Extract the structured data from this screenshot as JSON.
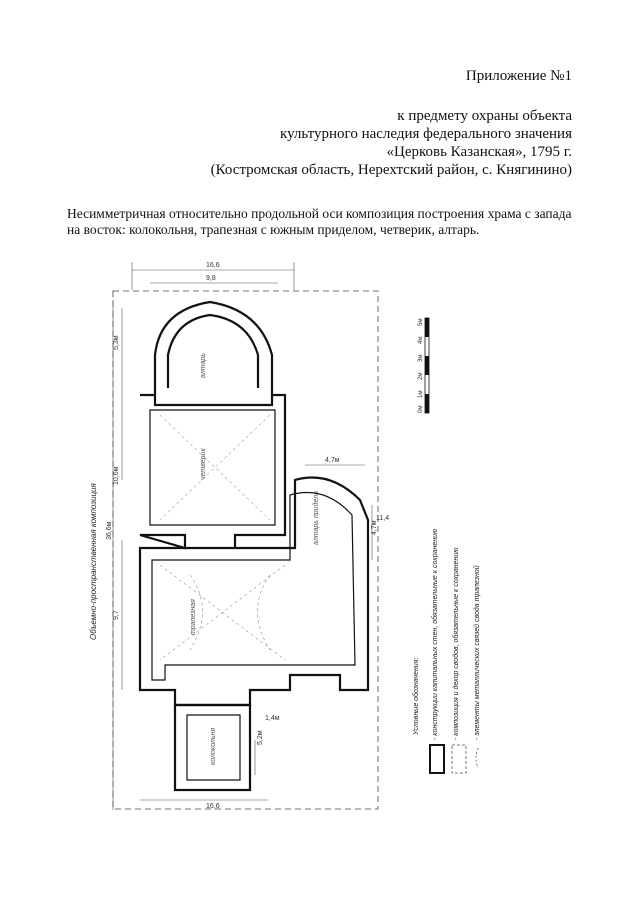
{
  "header": {
    "appendix": "Приложение №1",
    "line1": "к предмету охраны объекта",
    "line2": "культурного наследия федерального значения",
    "line3": "«Церковь Казанская», 1795 г.",
    "line4": "(Костромская область, Нерехтский район, с. Княгинино)"
  },
  "description": "Несимметричная относительно продольной оси композиция построения храма с запада на восток: колокольня, трапезная с южным приделом, четверик, алтарь.",
  "drawing": {
    "side_label": "Объемно-пространственная композиция",
    "room_labels": [
      "алтарь",
      "четверик",
      "трапезная",
      "алтарь придела",
      "колокольня"
    ],
    "dims": [
      "16,6",
      "9,8",
      "5,3м",
      "10,6м",
      "36,6м",
      "9,7",
      "4,7м",
      "11,4",
      "4,7м",
      "5,2м",
      "1,4м",
      "16,6"
    ],
    "scale_labels": [
      "0м",
      "1м",
      "2м",
      "3м",
      "4м",
      "5м"
    ]
  },
  "legend": {
    "title": "Условные обозначения:",
    "items": [
      "- конструкции капитальных стен, обязательные к сохранению",
      "- композиция и декор сводов, обязательные к сохранению",
      "- элементы металлических связей свода трапезной"
    ]
  }
}
